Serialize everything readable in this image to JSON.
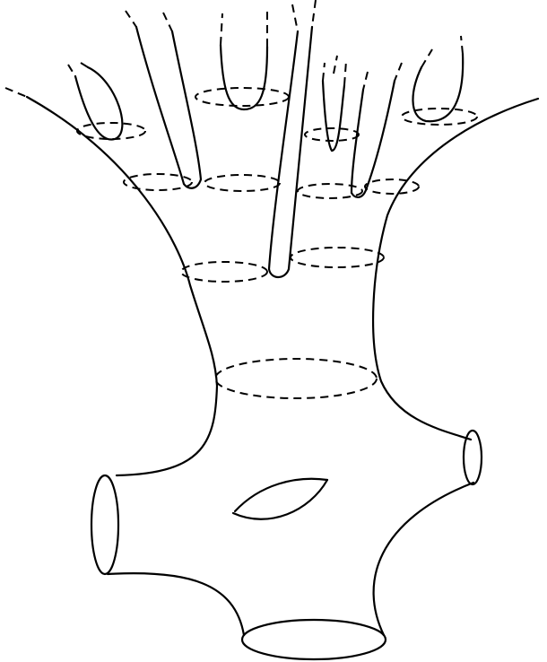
{
  "figure": {
    "description_visible_text": "",
    "stroke_color": "#000000",
    "background_color": "#ffffff",
    "components": [
      "left-outer-boundary",
      "right-outer-boundary",
      "top-left-finger",
      "left-strand",
      "top-middle-finger",
      "long-central-tube",
      "small-double-finger",
      "right-strand",
      "top-right-finger",
      "waist-ellipse",
      "genus-hole",
      "left-boundary-circle",
      "right-boundary-circle",
      "bottom-boundary-circle"
    ]
  }
}
